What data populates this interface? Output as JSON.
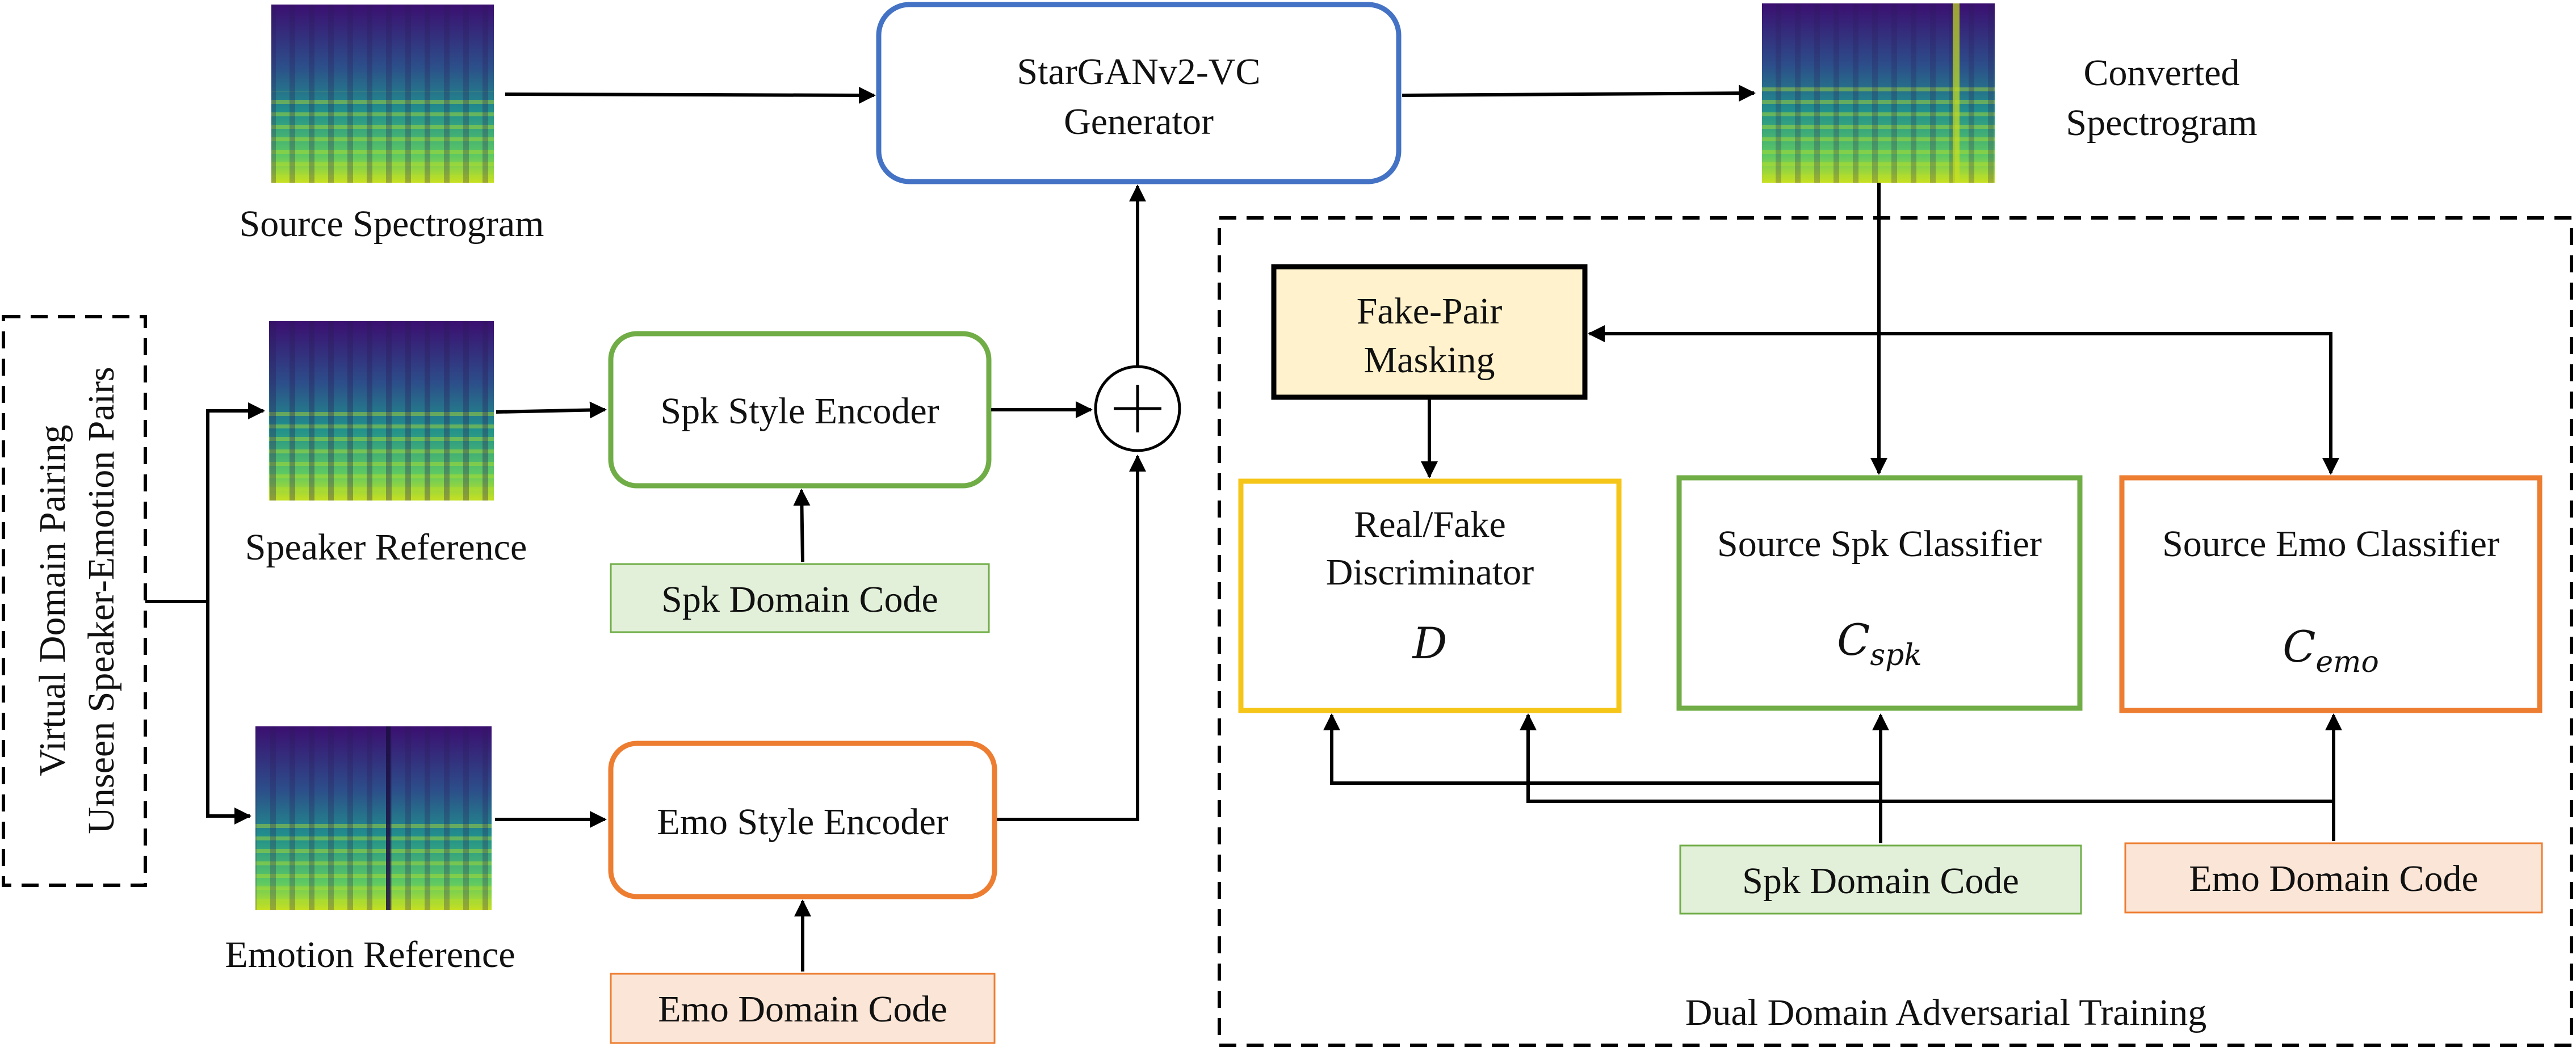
{
  "images": {
    "source": {
      "caption": "Source Spectrogram"
    },
    "converted": {
      "caption_line1": "Converted",
      "caption_line2": "Spectrogram"
    },
    "speaker_ref": {
      "caption": "Speaker Reference"
    },
    "emotion_ref": {
      "caption": "Emotion Reference"
    }
  },
  "generator": {
    "line1": "StarGANv2-VC",
    "line2": "Generator"
  },
  "spk_style_encoder": {
    "label": "Spk Style Encoder"
  },
  "emo_style_encoder": {
    "label": "Emo Style Encoder"
  },
  "spk_domain_code_left": {
    "label": "Spk Domain Code"
  },
  "emo_domain_code_left": {
    "label": "Emo Domain Code"
  },
  "virtual_pairing": {
    "line1": "Virtual Domain Pairing",
    "line2": "Unseen Speaker-Emotion Pairs"
  },
  "sum_symbol": "+",
  "fake_pair_masking": {
    "line1": "Fake-Pair",
    "line2": "Masking"
  },
  "discriminator": {
    "line1": "Real/Fake",
    "line2": "Discriminator",
    "symbol": "D"
  },
  "spk_classifier": {
    "label": "Source Spk Classifier",
    "symbol": "C",
    "subscript": "spk"
  },
  "emo_classifier": {
    "label": "Source Emo Classifier",
    "symbol": "C",
    "subscript": "emo"
  },
  "spk_domain_code_right": {
    "label": "Spk Domain Code"
  },
  "emo_domain_code_right": {
    "label": "Emo Domain Code"
  },
  "adversarial_region": {
    "label": "Dual Domain Adversarial Training"
  },
  "colors": {
    "generator_border": "#4472C4",
    "spk_green": "#70AD47",
    "spk_fill": "#E2F0D9",
    "emo_orange": "#ED7D31",
    "emo_fill": "#FBE5D6",
    "disc_yellow": "#F5C518",
    "mask_fill": "#FFF2CC"
  }
}
